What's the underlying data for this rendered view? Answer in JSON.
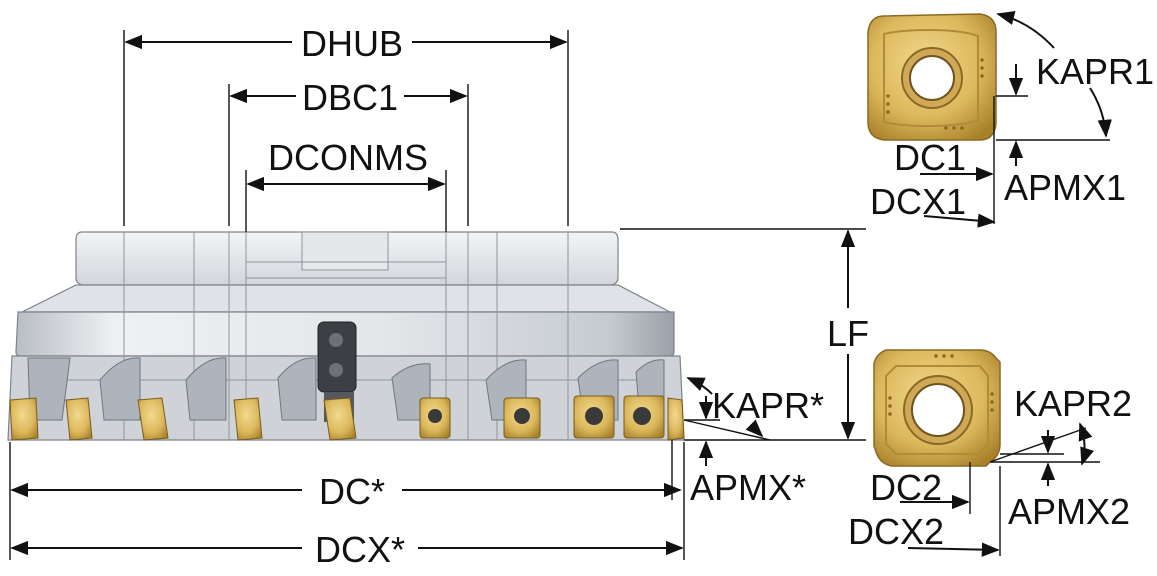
{
  "labels": {
    "dhub": "DHUB",
    "dbc1": "DBC1",
    "dconms": "DCONMS",
    "lf": "LF",
    "kapr_star": "KAPR*",
    "apmx_star": "APMX*",
    "dc_star": "DC*",
    "dcx_star": "DCX*",
    "kapr1": "KAPR1",
    "dc1": "DC1",
    "dcx1": "DCX1",
    "apmx1": "APMX1",
    "kapr2": "KAPR2",
    "dc2": "DC2",
    "dcx2": "DCX2",
    "apmx2": "APMX2"
  },
  "colors": {
    "body_light": "#e9ecef",
    "body_mid": "#c9ced4",
    "body_dark": "#8e959d",
    "insert_gold": "#d9b45a",
    "insert_gold_dark": "#a07a25",
    "ink": "#111111"
  }
}
